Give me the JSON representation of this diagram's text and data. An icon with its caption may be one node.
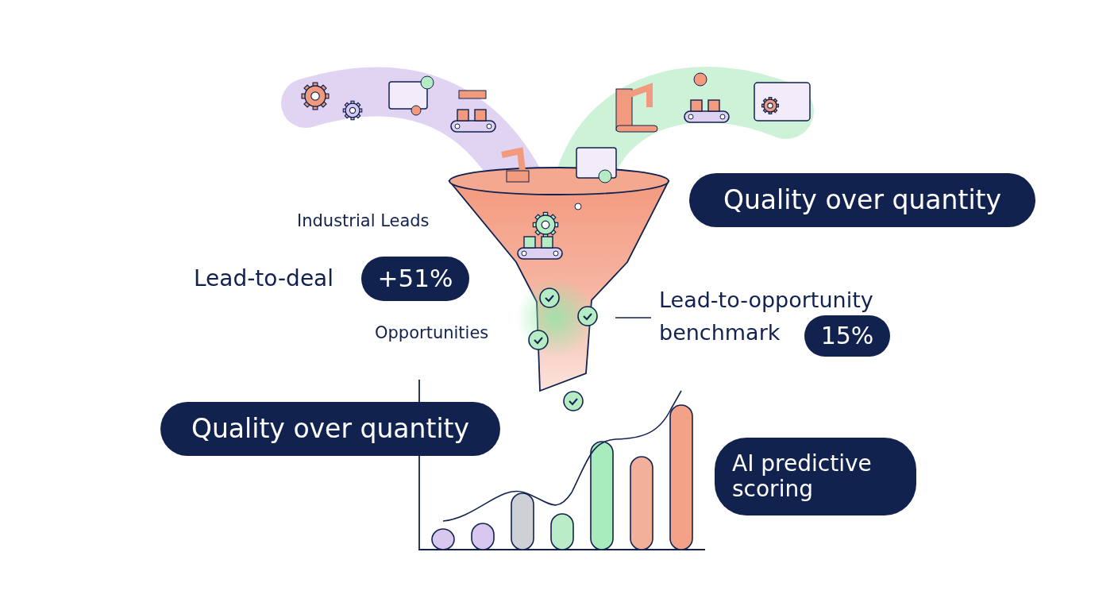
{
  "diagram": {
    "nodes": [
      {
        "text": [
          "Quality over quantity"
        ]
      },
      {
        "text": [
          "+51%"
        ],
        "beside": [
          "Lead-to-deal"
        ]
      },
      {
        "text": [
          "15%"
        ],
        "beside": [
          "Lead-to-opportunity benchmark"
        ]
      },
      {
        "text": [
          "Quality over quantity"
        ]
      },
      {
        "text": [
          "AI predictive scoring"
        ]
      }
    ],
    "labels": [
      "Industrial Leads",
      "Opportunities"
    ]
  }
}
